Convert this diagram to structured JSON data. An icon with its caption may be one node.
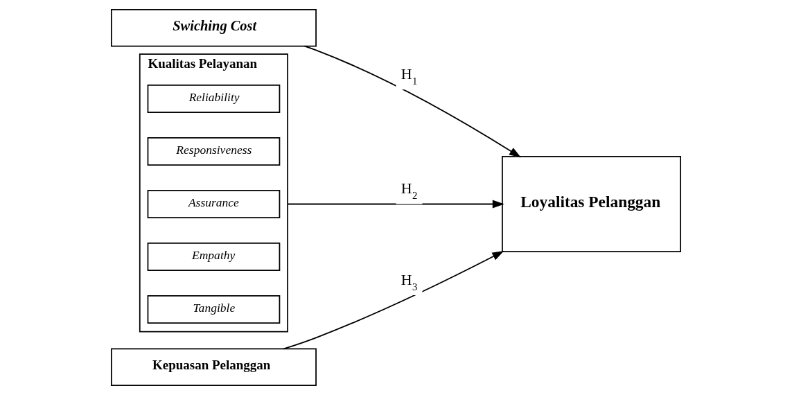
{
  "diagram": {
    "nodes": [
      {
        "text": [
          "Swiching Cost"
        ]
      },
      {
        "text": [
          "Kualitas Pelayanan"
        ]
      },
      {
        "text": [
          "Reliability"
        ],
        "in": 1
      },
      {
        "text": [
          "Responsiveness"
        ],
        "in": 1
      },
      {
        "text": [
          "Assurance"
        ],
        "in": 1
      },
      {
        "text": [
          "Empathy"
        ],
        "in": 1
      },
      {
        "text": [
          "Tangible"
        ],
        "in": 1
      },
      {
        "text": [
          "Kepuasan Pelanggan"
        ]
      },
      {
        "text": [
          "Loyalitas Pelanggan"
        ]
      }
    ],
    "edges": [
      {
        "from": 0,
        "to": 8,
        "arrow": "to",
        "label": "H$_{1}$"
      },
      {
        "from": 1,
        "to": 8,
        "arrow": "to",
        "label": "H$_{2}$"
      },
      {
        "from": 7,
        "to": 8,
        "arrow": "to",
        "label": "H$_{3}$"
      }
    ]
  }
}
